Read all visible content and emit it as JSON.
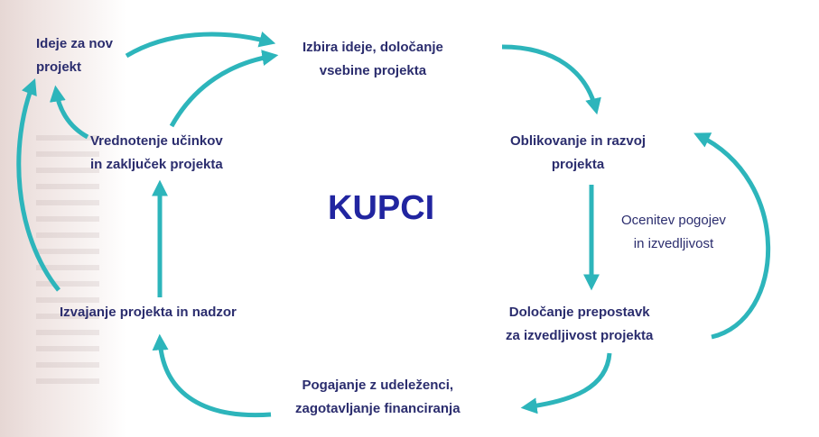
{
  "center_label": "KUPCI",
  "nodes": {
    "ideas": {
      "lines": [
        "Ideje za nov",
        "projekt"
      ]
    },
    "selection": {
      "lines": [
        "Izbira ideje, določanje",
        "vsebine projekta"
      ]
    },
    "design": {
      "lines": [
        "Oblikovanje in razvoj",
        "projekta"
      ]
    },
    "assumptions": {
      "lines": [
        "Določanje prepostavk",
        "za izvedljivost projekta"
      ]
    },
    "negotiation": {
      "lines": [
        "Pogajanje z udeleženci,",
        "zagotavljanje financiranja"
      ]
    },
    "execution": {
      "lines": [
        "Izvajanje projekta in nadzor"
      ]
    },
    "evaluation": {
      "lines": [
        "Vrednotenje učinkov",
        "in zaključek projekta"
      ]
    }
  },
  "side_label": {
    "lines": [
      "Ocenitev pogojev",
      "in izvedljivost"
    ]
  },
  "colors": {
    "arrow": "#2db5bb",
    "text": "#2b2d6e",
    "center": "#2125a0"
  }
}
